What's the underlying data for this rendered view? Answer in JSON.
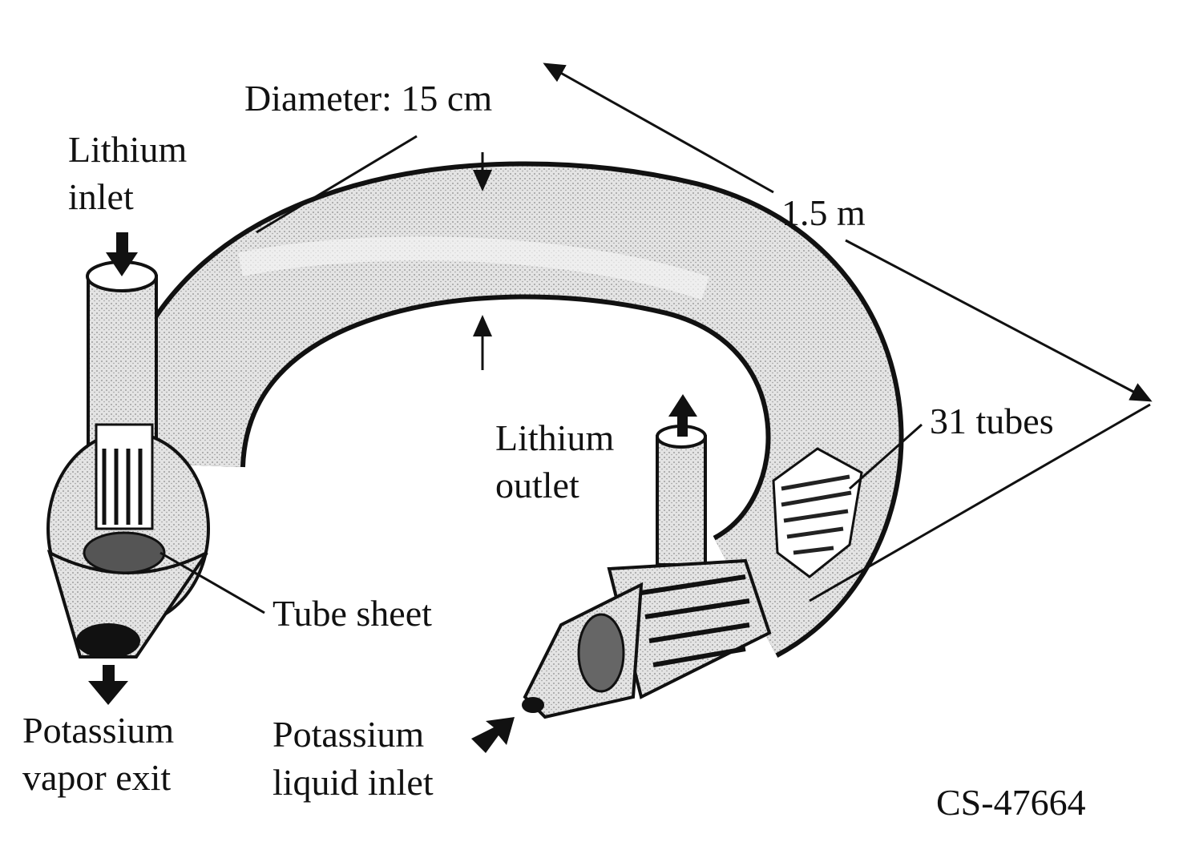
{
  "labels": {
    "diameter": "Diameter: 15 cm",
    "lithium_inlet": [
      "Lithium",
      "inlet"
    ],
    "length": "1.5 m",
    "tubes": "31 tubes",
    "lithium_outlet": [
      "Lithium",
      "outlet"
    ],
    "tube_sheet": "Tube sheet",
    "potassium_vapor_exit": [
      "Potassium",
      "vapor exit"
    ],
    "potassium_liquid_inlet": [
      "Potassium",
      "liquid inlet"
    ],
    "figure_id": "CS-47664"
  },
  "colors": {
    "ink": "#111111",
    "body": "#d9d9d9",
    "shade": "#a8a8a8"
  }
}
